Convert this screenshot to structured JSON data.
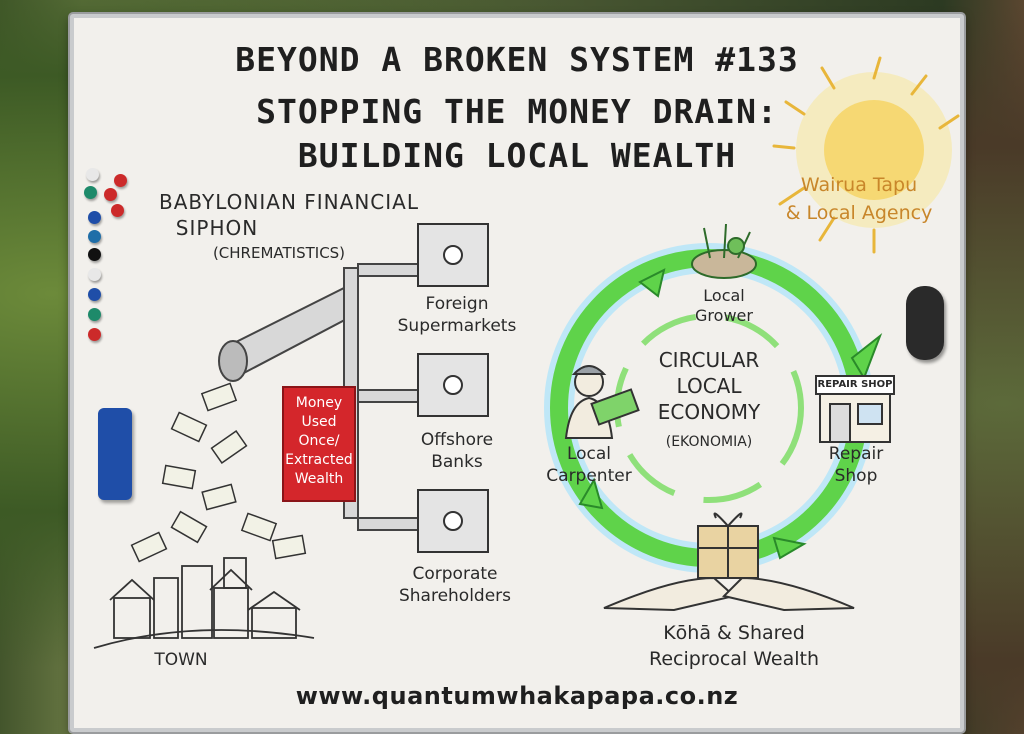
{
  "header": {
    "line1": "BEYOND A BROKEN SYSTEM #133",
    "line2": "STOPPING THE MONEY DRAIN:",
    "line3": "BUILDING LOCAL WEALTH"
  },
  "left": {
    "siphon_title_1": "BABYLONIAN FINANCIAL",
    "siphon_title_2": "SIPHON",
    "siphon_sub": "(CHREMATISTICS)",
    "red_box": [
      "Money",
      "Used",
      "Once/",
      "Extracted",
      "Wealth"
    ],
    "town": "TOWN",
    "destinations": [
      {
        "line1": "Foreign",
        "line2": "Supermarkets"
      },
      {
        "line1": "Offshore",
        "line2": "Banks"
      },
      {
        "line1": "Corporate",
        "line2": "Shareholders"
      }
    ]
  },
  "right": {
    "sun_label_1": "Wairua Tapu",
    "sun_label_2": "& Local Agency",
    "center_1": "CIRCULAR",
    "center_2": "LOCAL",
    "center_3": "ECONOMY",
    "center_4": "(EKONOMIA)",
    "grower_1": "Local",
    "grower_2": "Grower",
    "repair_sign": "REPAIR SHOP",
    "repair_1": "Repair",
    "repair_2": "Shop",
    "carpenter_1": "Local",
    "carpenter_2": "Carpenter",
    "koha_1": "Kōhā & Shared",
    "koha_2": "Reciprocal Wealth"
  },
  "footer": {
    "url": "www.quantumwhakapapa.co.nz"
  },
  "colors": {
    "board": "#f2f0ec",
    "red": "#d4262b",
    "green": "#5fd34a",
    "blue": "#4fb6e8",
    "sun": "#f5d25a"
  }
}
